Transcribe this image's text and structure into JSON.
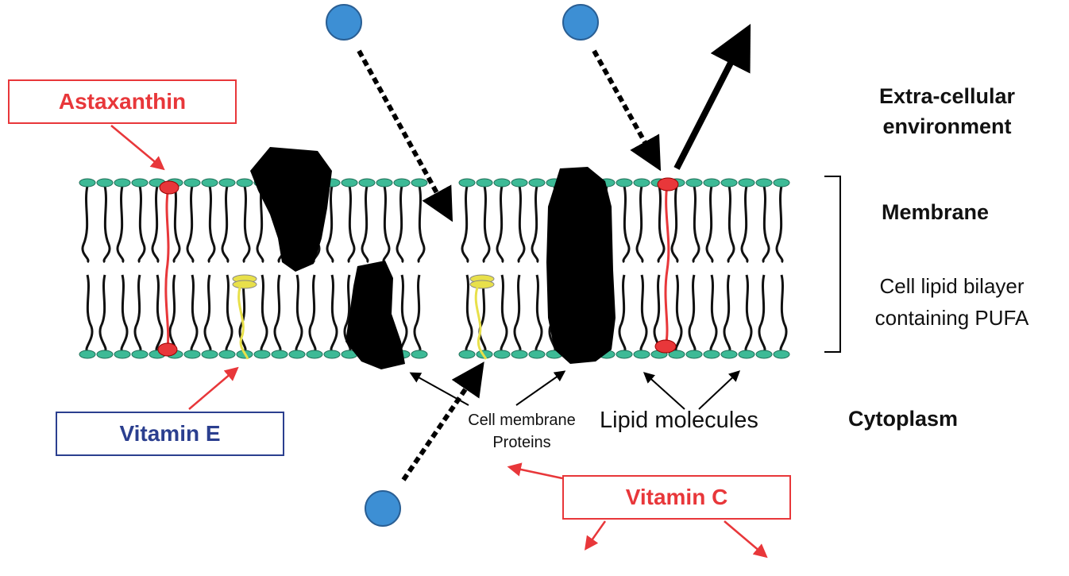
{
  "labels": {
    "astaxanthin": "Astaxanthin",
    "vitamin_e": "Vitamin E",
    "vitamin_c": "Vitamin C",
    "extracellular_line1": "Extra-cellular",
    "extracellular_line2": "environment",
    "membrane": "Membrane",
    "bilayer_line1": "Cell lipid bilayer",
    "bilayer_line2": "containing PUFA",
    "proteins_line1": "Cell membrane",
    "proteins_line2": "Proteins",
    "lipid_molecules": "Lipid molecules",
    "cytoplasm": "Cytoplasm"
  },
  "colors": {
    "astaxanthin": "#e8373a",
    "vitamin_e_border": "#2b3f8f",
    "vitamin_e_molecule": "#e8e04a",
    "vitamin_c": "#e8373a",
    "lipid_head": "#3dba96",
    "molecule_dot": "#3d8fd4",
    "protein": "#000000"
  }
}
